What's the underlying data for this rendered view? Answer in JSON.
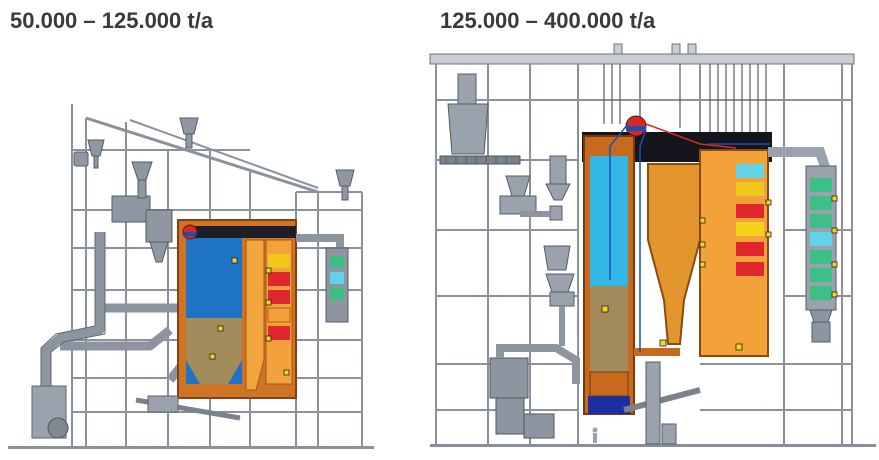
{
  "titles": {
    "left": "50.000 – 125.000 t/a",
    "right": "125.000 – 400.000 t/a"
  },
  "colors": {
    "steel": "#9aa3ad",
    "steel_dark": "#6b737c",
    "frame": "#7f8790",
    "casing": "#c86a1e",
    "furnace_blue": "#1f76c8",
    "furnace_cyan": "#35b7e6",
    "bed_tan": "#a28a5a",
    "red": "#e0262e",
    "orange": "#f2a238",
    "yellow": "#f3d21a",
    "econ_green": "#3fbf88",
    "econ_cyan": "#63d4e8",
    "drum_red": "#d62828",
    "drum_blue": "#1d4fb0"
  },
  "diagram": {
    "left_plant": "small-cfb-boiler-plant",
    "right_plant": "large-cfb-boiler-plant"
  }
}
